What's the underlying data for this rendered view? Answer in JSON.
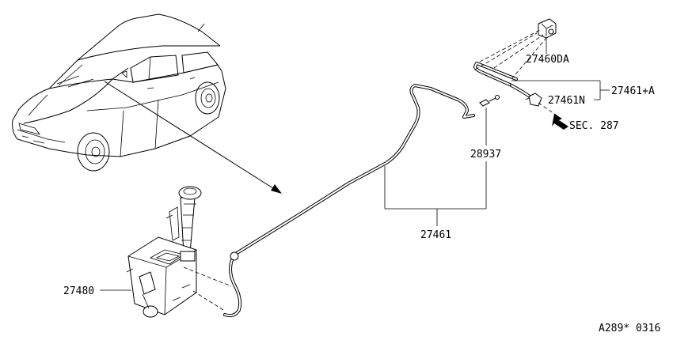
{
  "diagram": {
    "part_labels": {
      "nozzle": "27460DA",
      "assembly": "27461+A",
      "connector": "27461N",
      "section_ref": "SEC. 287",
      "hose_clip": "28937",
      "hose": "27461",
      "tank": "27480"
    },
    "figure_code": "A289* 0316"
  }
}
